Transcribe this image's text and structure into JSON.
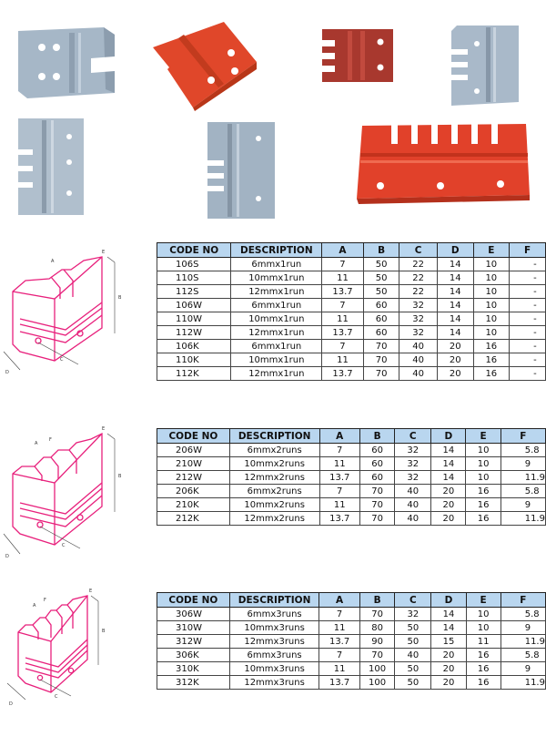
{
  "headers": [
    "CODE NO",
    "DESCRIPTION",
    "A",
    "B",
    "C",
    "D",
    "E",
    "F"
  ],
  "tables": [
    {
      "rows": [
        [
          "106S",
          "6mmx1run",
          "7",
          "50",
          "22",
          "14",
          "10",
          "-"
        ],
        [
          "110S",
          "10mmx1run",
          "11",
          "50",
          "22",
          "14",
          "10",
          "-"
        ],
        [
          "112S",
          "12mmx1run",
          "13.7",
          "50",
          "22",
          "14",
          "10",
          "-"
        ],
        [
          "106W",
          "6mmx1run",
          "7",
          "60",
          "32",
          "14",
          "10",
          "-"
        ],
        [
          "110W",
          "10mmx1run",
          "11",
          "60",
          "32",
          "14",
          "10",
          "-"
        ],
        [
          "112W",
          "12mmx1run",
          "13.7",
          "60",
          "32",
          "14",
          "10",
          "-"
        ],
        [
          "106K",
          "6mmx1run",
          "7",
          "70",
          "40",
          "20",
          "16",
          "-"
        ],
        [
          "110K",
          "10mmx1run",
          "11",
          "70",
          "40",
          "20",
          "16",
          "-"
        ],
        [
          "112K",
          "12mmx1run",
          "13.7",
          "70",
          "40",
          "20",
          "16",
          "-"
        ]
      ]
    },
    {
      "rows": [
        [
          "206W",
          "6mmx2runs",
          "7",
          "60",
          "32",
          "14",
          "10",
          "5.8"
        ],
        [
          "210W",
          "10mmx2runs",
          "11",
          "60",
          "32",
          "14",
          "10",
          "9"
        ],
        [
          "212W",
          "12mmx2runs",
          "13.7",
          "60",
          "32",
          "14",
          "10",
          "11.9"
        ],
        [
          "206K",
          "6mmx2runs",
          "7",
          "70",
          "40",
          "20",
          "16",
          "5.8"
        ],
        [
          "210K",
          "10mmx2runs",
          "11",
          "70",
          "40",
          "20",
          "16",
          "9"
        ],
        [
          "212K",
          "12mmx2runs",
          "13.7",
          "70",
          "40",
          "20",
          "16",
          "11.9"
        ]
      ]
    },
    {
      "rows": [
        [
          "306W",
          "6mmx3runs",
          "7",
          "70",
          "32",
          "14",
          "10",
          "5.8"
        ],
        [
          "310W",
          "10mmx3runs",
          "11",
          "80",
          "50",
          "14",
          "10",
          "9"
        ],
        [
          "312W",
          "12mmx3runs",
          "13.7",
          "90",
          "50",
          "15",
          "11",
          "11.9"
        ],
        [
          "306K",
          "6mmx3runs",
          "7",
          "70",
          "40",
          "20",
          "16",
          "5.8"
        ],
        [
          "310K",
          "10mmx3runs",
          "11",
          "100",
          "50",
          "20",
          "16",
          "9"
        ],
        [
          "312K",
          "12mmx3runs",
          "13.7",
          "100",
          "50",
          "20",
          "16",
          "11.9"
        ]
      ]
    }
  ],
  "diagram_labels": {
    "A": "A",
    "B": "B",
    "C": "C",
    "D": "D",
    "E": "E",
    "F": "F"
  },
  "colors": {
    "header_fill": "#b9d6ef",
    "diagram_stroke": "#e8207c",
    "block_grey": "#a9b9c8",
    "block_red": "#e04a2a"
  }
}
